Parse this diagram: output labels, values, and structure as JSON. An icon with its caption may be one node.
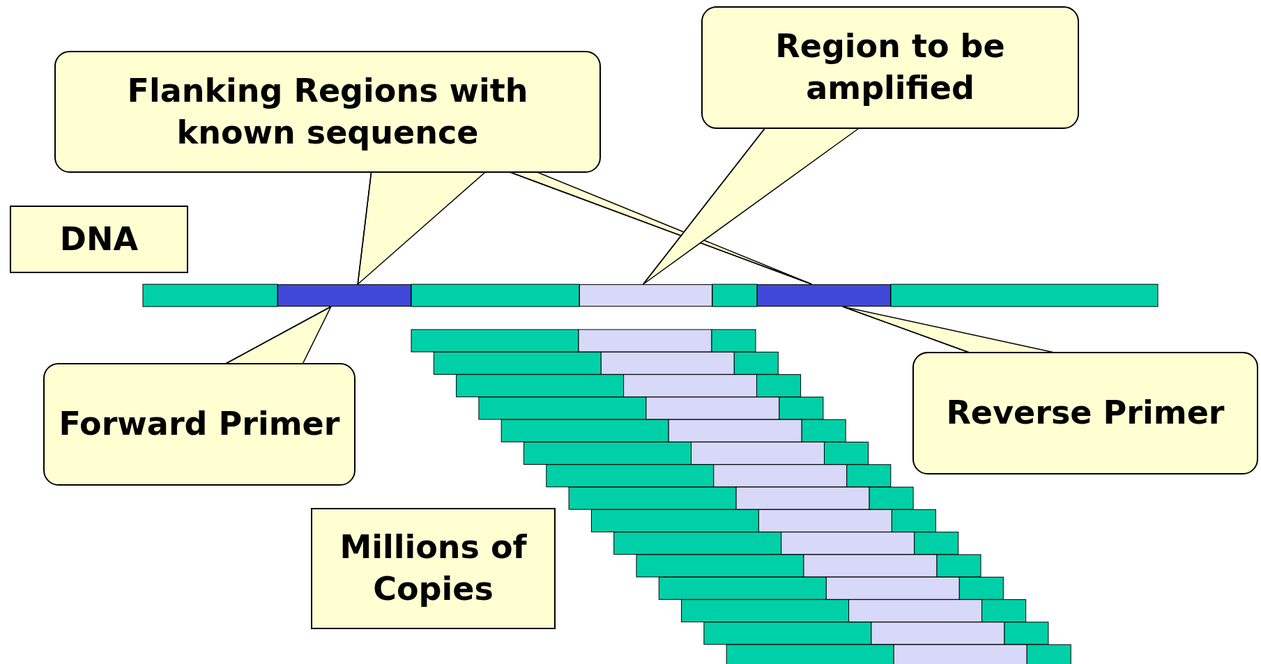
{
  "diagram": {
    "nodes": [
      {
        "text": [
          "Flanking Regions with known sequence"
        ]
      },
      {
        "text": [
          "Region to be amplified"
        ]
      },
      {
        "text": [
          "DNA"
        ]
      },
      {
        "text": [
          "Forward Primer"
        ]
      },
      {
        "text": [
          "Reverse Primer"
        ]
      },
      {
        "text": [
          "Millions of Copies"
        ]
      },
      {
        "text": [],
        "shape": "bar"
      },
      {
        "text": [],
        "shape": "bar"
      },
      {
        "text": [],
        "shape": "bar"
      }
    ],
    "edges": [
      {
        "from": 0,
        "to": 6,
        "arrow": "none"
      },
      {
        "from": 0,
        "to": 8,
        "arrow": "none"
      },
      {
        "from": 1,
        "to": 7,
        "arrow": "none"
      },
      {
        "from": 3,
        "to": 6,
        "arrow": "none"
      },
      {
        "from": 4,
        "to": 8,
        "arrow": "none"
      }
    ]
  }
}
